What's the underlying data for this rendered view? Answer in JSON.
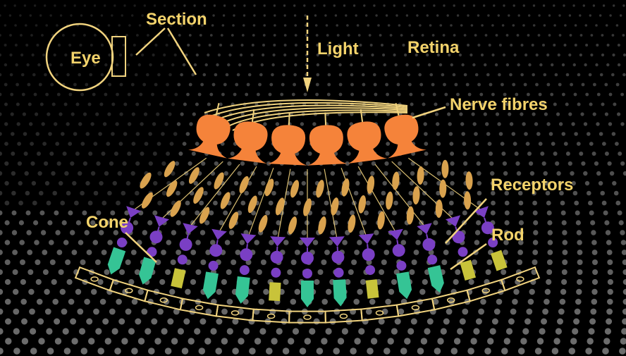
{
  "labels": {
    "eye": "Eye",
    "section": "Section",
    "light": "Light",
    "retina": "Retina",
    "nerve_fibres": "Nerve fibres",
    "receptors": "Receptors",
    "cone": "Cone",
    "rod": "Rod"
  },
  "colors": {
    "background": "#000000",
    "label": "#f3d36b",
    "line": "#f1d37e",
    "ganglion": "#f5833a",
    "bipolar": "#d9a24e",
    "horizontal": "#7a3fc4",
    "cone_cell": "#35c495",
    "rod_cell": "#c8c33a",
    "dots": "#8a8a8a"
  },
  "cells": {
    "ganglion_count": 6,
    "bipolar_rows": 3,
    "receptor_count": 13,
    "receptor_sequence": [
      "cone",
      "cone",
      "rod",
      "cone",
      "cone",
      "rod",
      "cone",
      "cone",
      "rod",
      "cone",
      "cone",
      "rod",
      "rod"
    ],
    "pigment_tiles": 13
  }
}
